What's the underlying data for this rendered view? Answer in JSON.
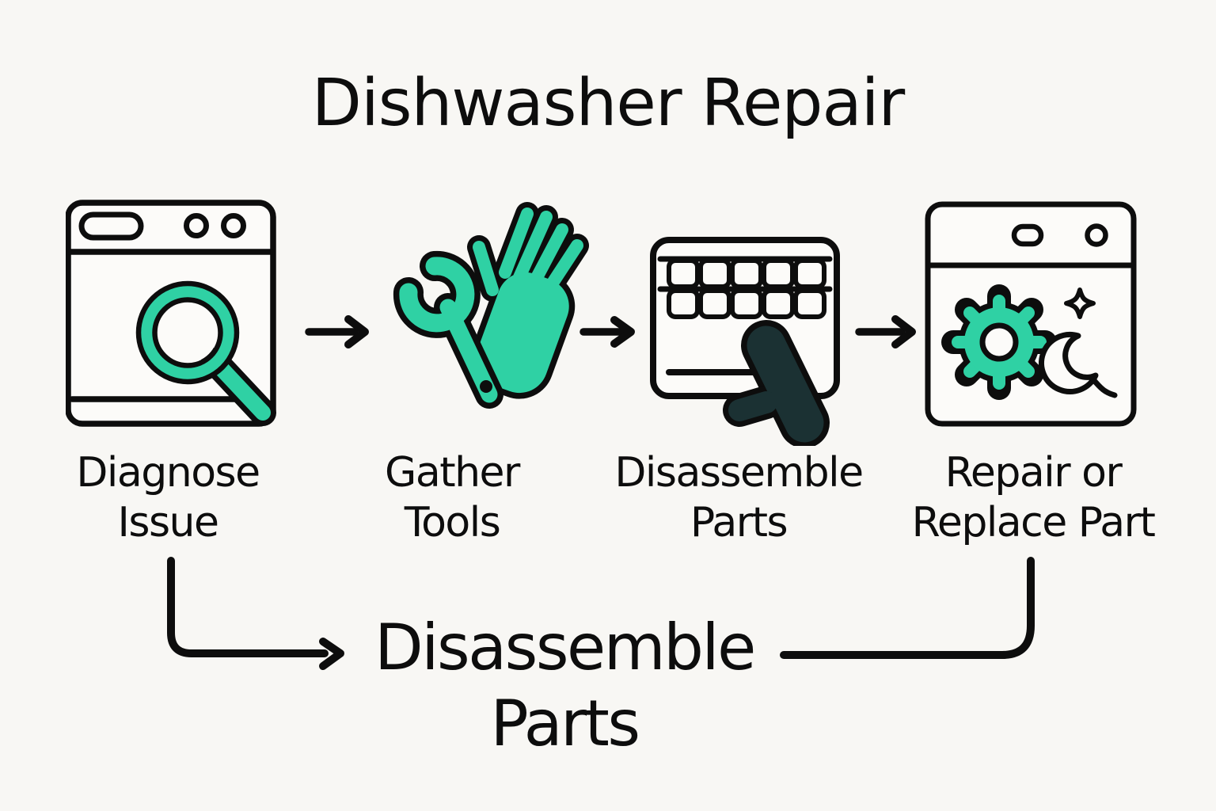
{
  "title": "Dishwasher Repair",
  "colors": {
    "background": "#f8f7f4",
    "ink": "#0d0d0d",
    "accent_teal": "#2fd1a4",
    "mitt_dark": "#1b3133",
    "panel_fill": "#fcfbf9"
  },
  "steps": [
    {
      "icon": "dishwasher-magnifier-icon",
      "label_line1": "Diagnose",
      "label_line2": "Issue"
    },
    {
      "icon": "wrench-glove-icon",
      "label_line1": "Gather",
      "label_line2": "Tools"
    },
    {
      "icon": "rack-mitt-icon",
      "label_line1": "Disassemble",
      "label_line2": "Parts"
    },
    {
      "icon": "dishwasher-gear-sparkle-icon",
      "label_line1": "Repair or",
      "label_line2": "Replace Part"
    }
  ],
  "footer": {
    "label_line1": "Disassemble",
    "label_line2": "Parts"
  }
}
